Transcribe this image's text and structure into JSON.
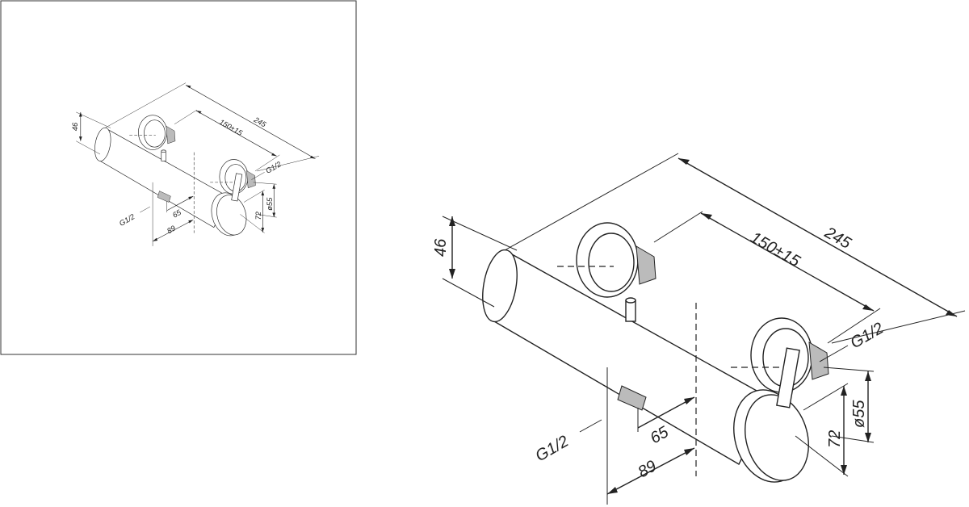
{
  "dimensions": {
    "overall_length": "245",
    "inlet_spacing": "150±15",
    "body_diameter": "46",
    "inlet_thread_top": "G1/2",
    "flange_diameter": "ø55",
    "knob_offset": "72",
    "outlet_thread": "G1/2",
    "outlet_offset_inner": "65",
    "outlet_offset_outer": "89"
  }
}
